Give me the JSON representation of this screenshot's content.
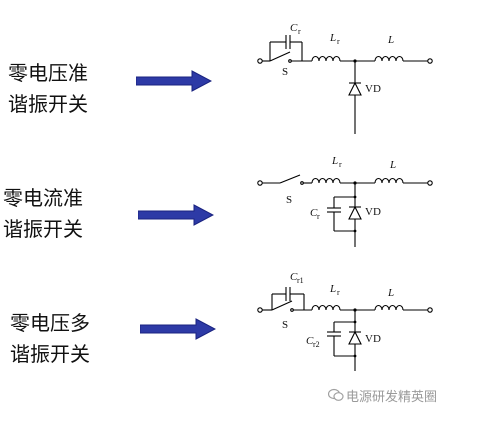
{
  "rows": [
    {
      "title_line1": "零电压准",
      "title_line2": "谐振开关",
      "circuit": {
        "cap_main": "C",
        "cap_main_sub": "r",
        "inductor_r": "L",
        "inductor_r_sub": "r",
        "inductor": "L",
        "switch": "S",
        "diode": "VD"
      }
    },
    {
      "title_line1": "零电流准",
      "title_line2": "谐振开关",
      "circuit": {
        "cap_main": "C",
        "cap_main_sub": "r",
        "inductor_r": "L",
        "inductor_r_sub": "r",
        "inductor": "L",
        "switch": "S",
        "diode": "VD"
      }
    },
    {
      "title_line1": "零电压多",
      "title_line2": "谐振开关",
      "circuit": {
        "cap_top": "C",
        "cap_top_sub": "r1",
        "cap_bottom": "C",
        "cap_bottom_sub": "r2",
        "inductor_r": "L",
        "inductor_r_sub": "r",
        "inductor": "L",
        "switch": "S",
        "diode": "VD"
      }
    }
  ],
  "watermark": {
    "text": "电源研发精英圈",
    "icon": "wechat-icon"
  },
  "colors": {
    "arrow": "#2d3aa6",
    "arrow_edge": "#1a2380",
    "wire": "#000000",
    "watermark": "#9a9a9a"
  }
}
